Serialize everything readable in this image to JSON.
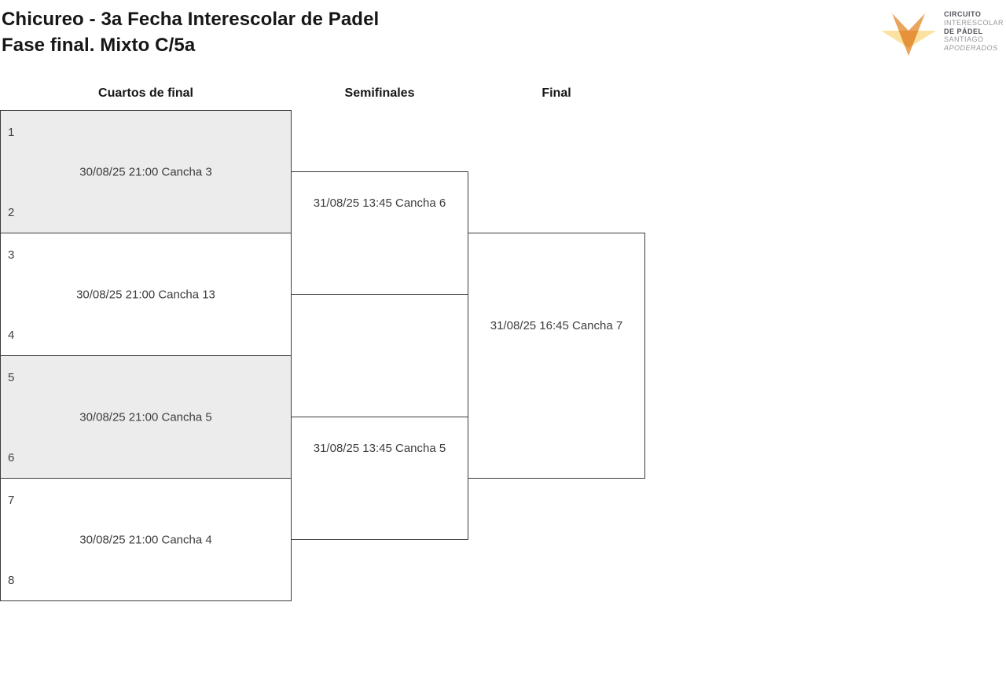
{
  "header": {
    "title_line1": "Chicureo - 3a Fecha Interescolar de Padel",
    "title_line2": "Fase final. Mixto C/5a"
  },
  "logo": {
    "lines": [
      "CIRCUITO",
      "INTERESCOLAR",
      "DE PÁDEL",
      "SANTIAGO",
      "APODERADOS"
    ],
    "colors": {
      "mark_yellow": "#FBE2A0",
      "mark_orange": "#E9A55E",
      "text_dark": "#53555b",
      "text_gray": "#95979c"
    }
  },
  "bracket": {
    "rounds": [
      {
        "label": "Cuartos de final"
      },
      {
        "label": "Semifinales"
      },
      {
        "label": "Final"
      }
    ],
    "quarterfinals": [
      {
        "seed_top": "1",
        "seed_bottom": "2",
        "schedule": "30/08/25 21:00 Cancha 3"
      },
      {
        "seed_top": "3",
        "seed_bottom": "4",
        "schedule": "30/08/25 21:00 Cancha 13"
      },
      {
        "seed_top": "5",
        "seed_bottom": "6",
        "schedule": "30/08/25 21:00 Cancha 5"
      },
      {
        "seed_top": "7",
        "seed_bottom": "8",
        "schedule": "30/08/25 21:00 Cancha 4"
      }
    ],
    "semifinals": [
      {
        "schedule": "31/08/25 13:45 Cancha 6"
      },
      {
        "schedule": "31/08/25 13:45 Cancha 5"
      }
    ],
    "final": {
      "schedule": "31/08/25 16:45 Cancha 7"
    },
    "colors": {
      "shaded_box": "#ececec",
      "box_border": "#3c3c3c",
      "text": "#3d3d3d"
    }
  }
}
